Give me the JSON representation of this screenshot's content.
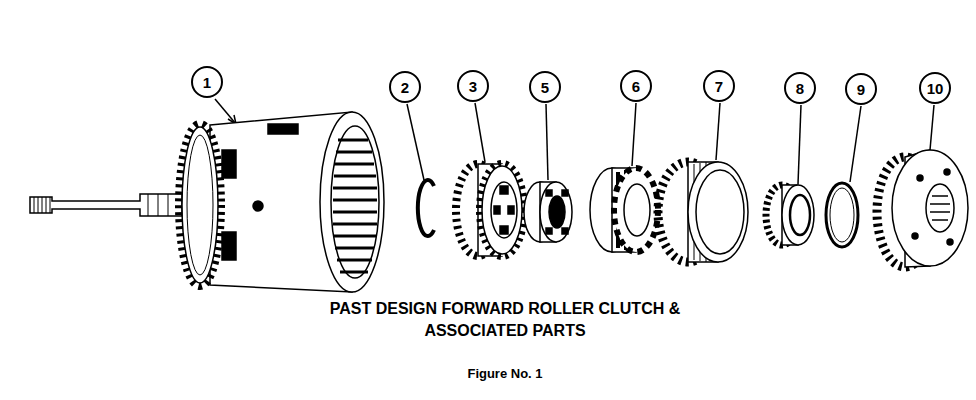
{
  "diagram": {
    "caption": "PAST DESIGN FORWARD ROLLER CLUTCH & ASSOCIATED PARTS",
    "nodes": [
      {
        "text": [
          "1"
        ]
      },
      {
        "text": [
          "2"
        ]
      },
      {
        "text": [
          "3"
        ]
      },
      {
        "text": [
          "5"
        ]
      },
      {
        "text": [
          "6"
        ]
      },
      {
        "text": [
          "7"
        ]
      },
      {
        "text": [
          "8"
        ]
      },
      {
        "text": [
          "9"
        ]
      },
      {
        "text": [
          "10"
        ]
      }
    ],
    "labels": [
      "Figure No. 1"
    ]
  }
}
